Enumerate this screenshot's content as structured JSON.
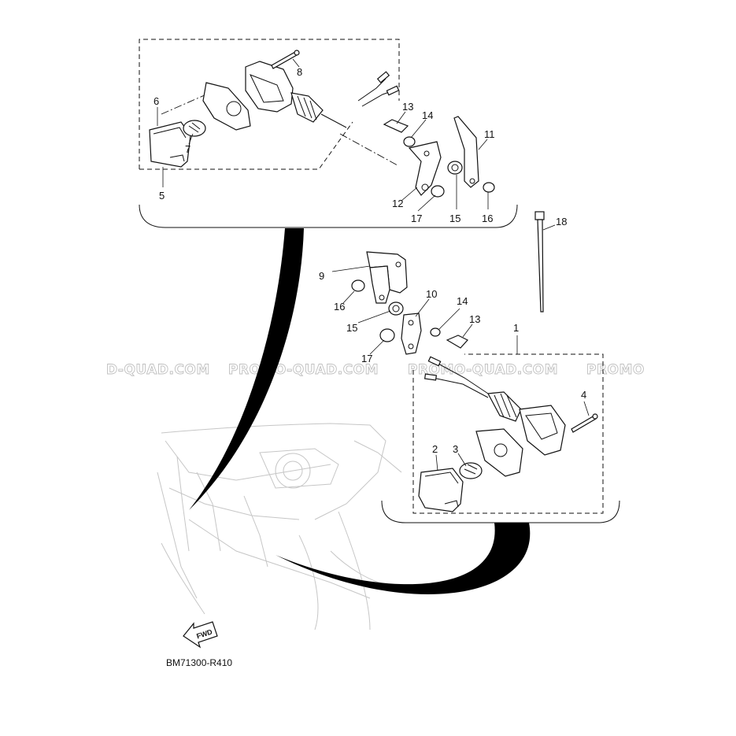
{
  "diagram": {
    "drawing_code": "BM71300-R410",
    "fwd_label": "FWD",
    "watermarks": [
      "D-QUAD.COM",
      "PROMO-QUAD.COM",
      "PROMO-QUAD.COM",
      "PROMO"
    ],
    "callouts": {
      "c1": "1",
      "c2": "2",
      "c3": "3",
      "c4": "4",
      "c5": "5",
      "c6": "6",
      "c7": "7",
      "c8": "8",
      "c9": "9",
      "c10": "10",
      "c11": "11",
      "c12": "12",
      "c13a": "13",
      "c14a": "14",
      "c15a": "15",
      "c16a": "16",
      "c17a": "17",
      "c13b": "13",
      "c14b": "14",
      "c15b": "15",
      "c16b": "16",
      "c17b": "17",
      "c18": "18"
    }
  }
}
